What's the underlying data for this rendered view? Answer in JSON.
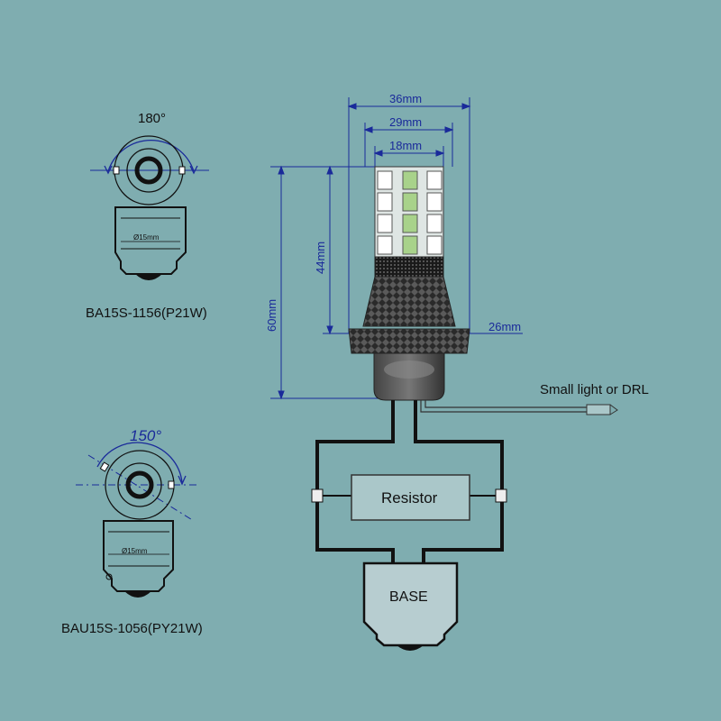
{
  "dims": {
    "w36": "36mm",
    "w29": "29mm",
    "w18": "18mm",
    "h44": "44mm",
    "h60": "60mm",
    "w26": "26mm"
  },
  "sockets": {
    "ba15s": {
      "angle": "180°",
      "diameter": "Ø15mm",
      "caption": "BA15S-1156(P21W)"
    },
    "bau15s": {
      "angle": "150°",
      "diameter": "Ø15mm",
      "caption": "BAU15S-1056(PY21W)"
    }
  },
  "wiring": {
    "resistor_label": "Resistor",
    "base_label": "BASE",
    "drl_label": "Small light or DRL"
  },
  "colors": {
    "background": "#7fadb0",
    "dimension_lines": "#1a2a9a",
    "led_chip": "#a8d28a",
    "wire": "#111111"
  }
}
